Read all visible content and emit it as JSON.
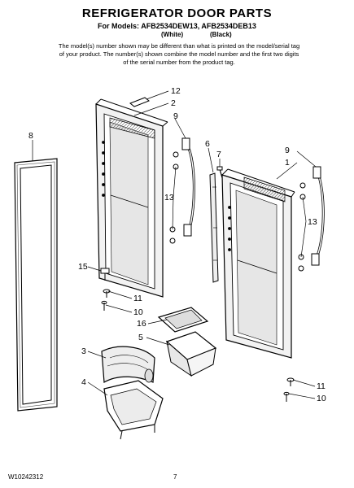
{
  "header": {
    "title": "REFRIGERATOR DOOR PARTS",
    "models": "For Models: AFB2534DEW13, AFB2534DEB13",
    "color_white": "(White)",
    "color_black": "(Black)",
    "note": "The model(s) number shown may be different than what is printed on the model/serial tag of your product. The number(s) shown combine the model number and the first two digits of the serial number from the product tag."
  },
  "callouts": {
    "c12": "12",
    "c2": "2",
    "c9a": "9",
    "c8": "8",
    "c6": "6",
    "c7": "7",
    "c9b": "9",
    "c1": "1",
    "c13a": "13",
    "c13b": "13",
    "c15": "15",
    "c11a": "11",
    "c10a": "10",
    "c16": "16",
    "c5": "5",
    "c3": "3",
    "c4": "4",
    "c11b": "11",
    "c10b": "10"
  },
  "footer": {
    "doc_number": "W10242312",
    "page": "7"
  }
}
